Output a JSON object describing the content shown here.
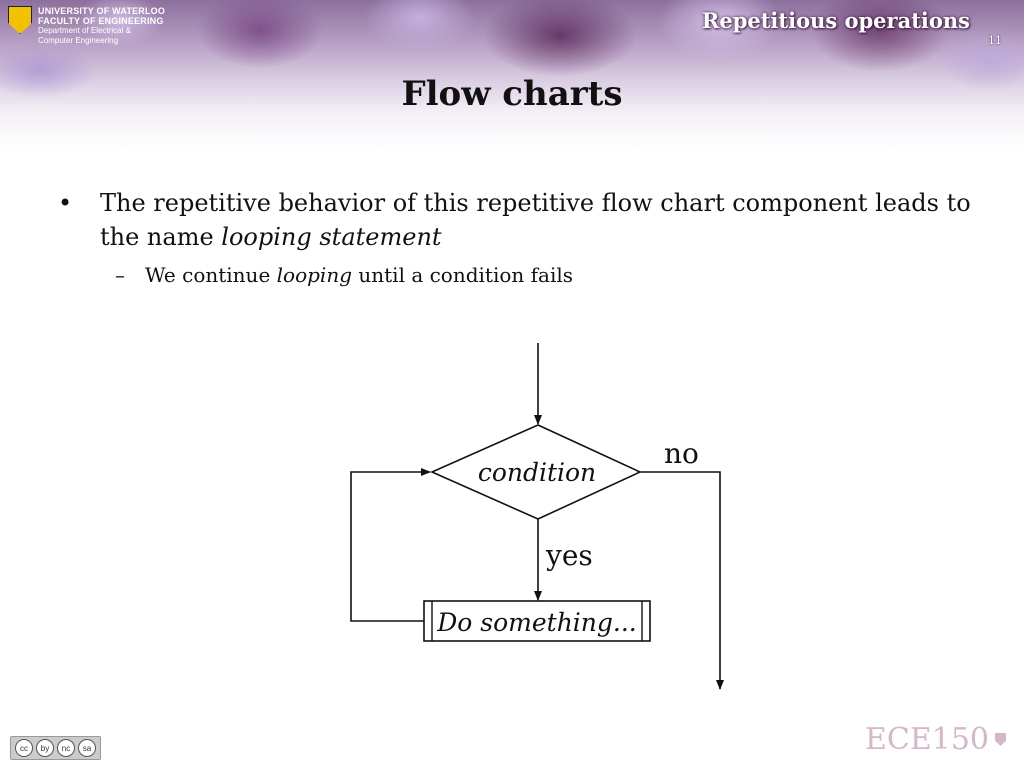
{
  "header": {
    "university": "UNIVERSITY OF WATERLOO",
    "faculty": "FACULTY OF ENGINEERING",
    "dept_line1": "Department of Electrical &",
    "dept_line2": "Computer Engineering",
    "deck_title": "Repetitious operations",
    "slide_number": "11"
  },
  "slide": {
    "title": "Flow charts",
    "bullet": {
      "text_before": "The repetitive behavior of this repetitive flow chart component leads to the name ",
      "text_italic": "looping statement"
    },
    "sub_bullet": {
      "text_before": "We continue ",
      "text_italic": "looping",
      "text_after": " until a condition fails"
    }
  },
  "diagram": {
    "condition_label": "condition",
    "no_label": "no",
    "yes_label": "yes",
    "process_label": "Do something..."
  },
  "footer": {
    "cc_icons": [
      "cc",
      "by",
      "nc",
      "sa"
    ],
    "brand": "ECE150"
  },
  "colors": {
    "banner": "#8c6f9c",
    "brand": "#d6b6c7",
    "shield": "#f2c200"
  }
}
